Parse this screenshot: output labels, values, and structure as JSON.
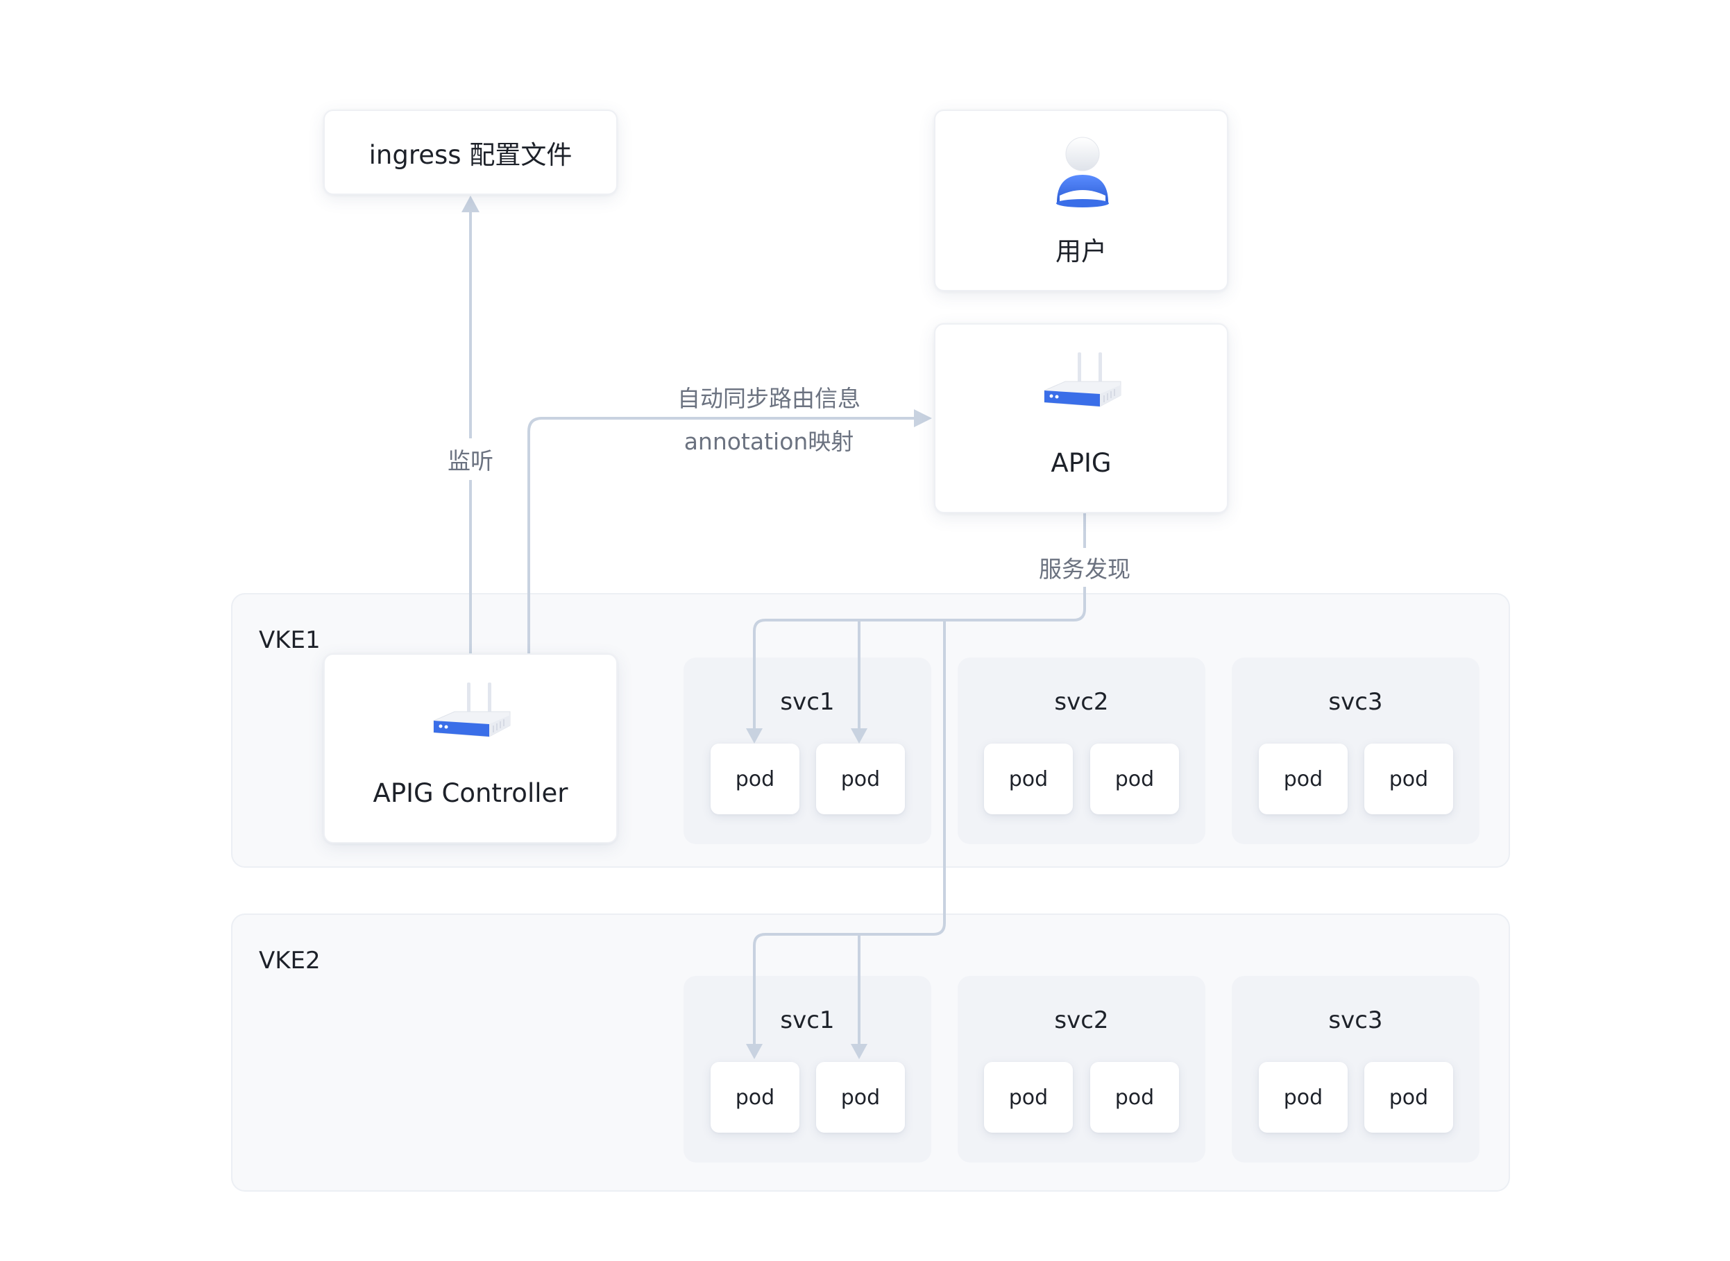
{
  "nodes": {
    "ingress_config": "ingress 配置文件",
    "user": "用户",
    "apig": "APIG",
    "apig_controller": "APIG Controller"
  },
  "edge_labels": {
    "listen": "监听",
    "sync_line1": "自动同步路由信息",
    "sync_line2": "annotation映射",
    "service_discovery": "服务发现"
  },
  "clusters": [
    {
      "name": "VKE1",
      "services": [
        {
          "name": "svc1",
          "pods": [
            "pod",
            "pod"
          ]
        },
        {
          "name": "svc2",
          "pods": [
            "pod",
            "pod"
          ]
        },
        {
          "name": "svc3",
          "pods": [
            "pod",
            "pod"
          ]
        }
      ]
    },
    {
      "name": "VKE2",
      "services": [
        {
          "name": "svc1",
          "pods": [
            "pod",
            "pod"
          ]
        },
        {
          "name": "svc2",
          "pods": [
            "pod",
            "pod"
          ]
        },
        {
          "name": "svc3",
          "pods": [
            "pod",
            "pod"
          ]
        }
      ]
    }
  ],
  "colors": {
    "edge": "#c8d2e0",
    "accent": "#3a6ee8",
    "label": "#6b7280"
  },
  "icons": {
    "user": "user-avatar-icon",
    "apig": "router-gateway-icon",
    "apig_controller": "router-gateway-icon"
  }
}
